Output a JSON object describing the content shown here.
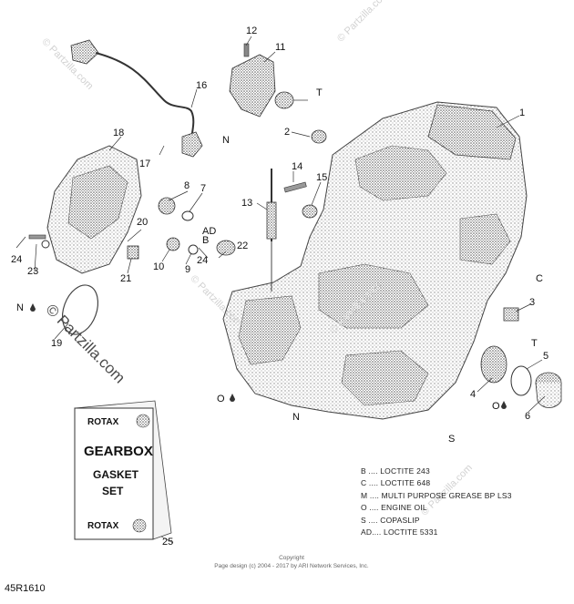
{
  "callouts": [
    "1",
    "2",
    "3",
    "4",
    "5",
    "6",
    "7",
    "8",
    "9",
    "10",
    "11",
    "12",
    "13",
    "14",
    "15",
    "16",
    "17",
    "18",
    "19",
    "20",
    "21",
    "22",
    "23",
    "24",
    "24",
    "25"
  ],
  "symbols": [
    "T",
    "T",
    "N",
    "N",
    "N",
    "N",
    "B",
    "AD",
    "C",
    "O",
    "O",
    "O",
    "S"
  ],
  "kit": {
    "brand_top": "ROTAX",
    "title": "GEARBOX",
    "line2": "GASKET",
    "line3": "SET",
    "brand_bottom": "ROTAX"
  },
  "legend": [
    "B .... LOCTITE 243",
    "C .... LOCTITE 648",
    "M .... MULTI PURPOSE GREASE BP LS3",
    "O .... ENGINE OIL",
    "S .... COPASLIP",
    "AD.... LOCTITE 5331"
  ],
  "footer": {
    "line1": "Copyright",
    "line2": "Page design (c) 2004 - 2017 by ARI Network Services, Inc."
  },
  "watermarks": [
    "© Partzilla.com",
    "© Partzilla.com",
    "© Partzilla.com",
    "© Partzilla.com",
    "© Partzilla.com"
  ],
  "watermark_big": "© Partzilla.com",
  "diagram_code": "45R1610"
}
